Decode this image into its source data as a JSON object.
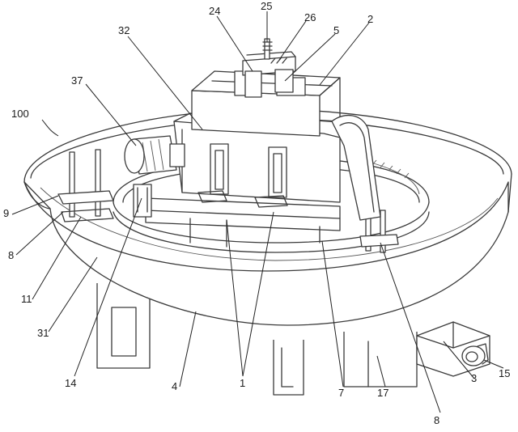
{
  "labels": {
    "l100": "100",
    "l32": "32",
    "l37": "37",
    "l24": "24",
    "l25": "25",
    "l26": "26",
    "l5": "5",
    "l2": "2",
    "l9": "9",
    "l8a": "8",
    "l11": "11",
    "l31": "31",
    "l14": "14",
    "l4": "4",
    "l1": "1",
    "l7": "7",
    "l17": "17",
    "l8b": "8",
    "l3": "3",
    "l15": "15"
  }
}
